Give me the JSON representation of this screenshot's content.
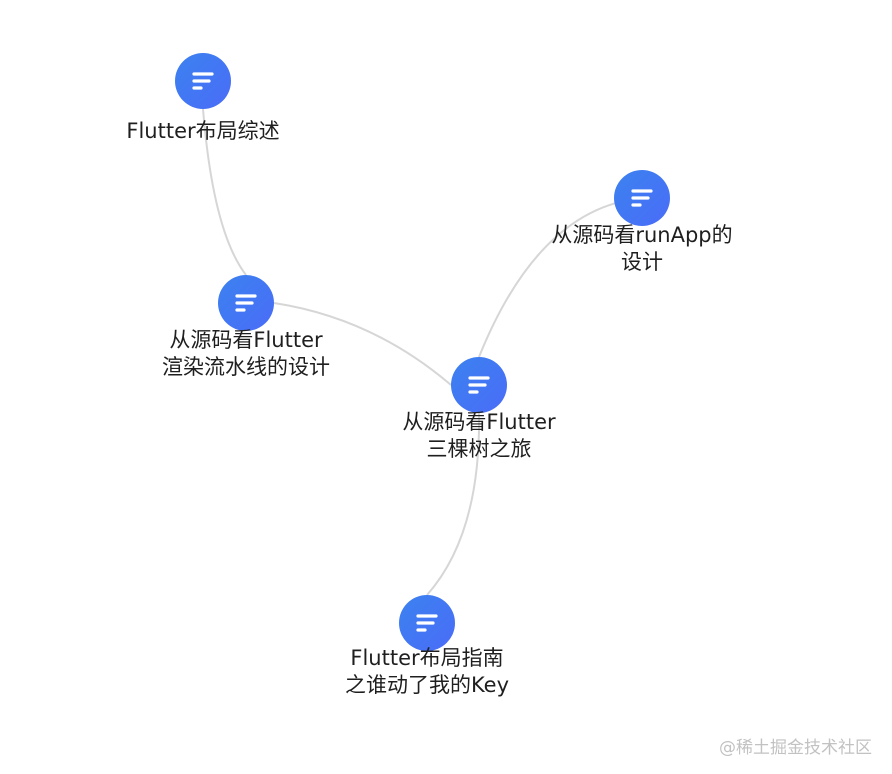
{
  "diagram": {
    "type": "mind-map",
    "nodes": [
      {
        "id": "layout-overview",
        "lines": [
          "Flutter布局综述"
        ]
      },
      {
        "id": "render-pipeline",
        "lines": [
          "从源码看Flutter",
          "渲染流水线的设计"
        ]
      },
      {
        "id": "three-trees",
        "lines": [
          "从源码看Flutter",
          "三棵树之旅"
        ]
      },
      {
        "id": "runapp",
        "lines": [
          "从源码看runApp的",
          "设计"
        ]
      },
      {
        "id": "layout-guide-key",
        "lines": [
          "Flutter布局指南",
          "之谁动了我的Key"
        ]
      }
    ],
    "edges": [
      {
        "from": "layout-overview",
        "to": "render-pipeline"
      },
      {
        "from": "render-pipeline",
        "to": "three-trees"
      },
      {
        "from": "three-trees",
        "to": "runapp"
      },
      {
        "from": "three-trees",
        "to": "layout-guide-key"
      }
    ]
  },
  "colors": {
    "node_gradient_start": "#3b82f0",
    "node_gradient_end": "#4a6cf7",
    "edge": "#d6d6d6",
    "label": "#1f1f1f",
    "watermark": "#c2c2c2"
  },
  "icons": {
    "node_icon": "list-icon"
  },
  "watermark": "@稀土掘金技术社区"
}
